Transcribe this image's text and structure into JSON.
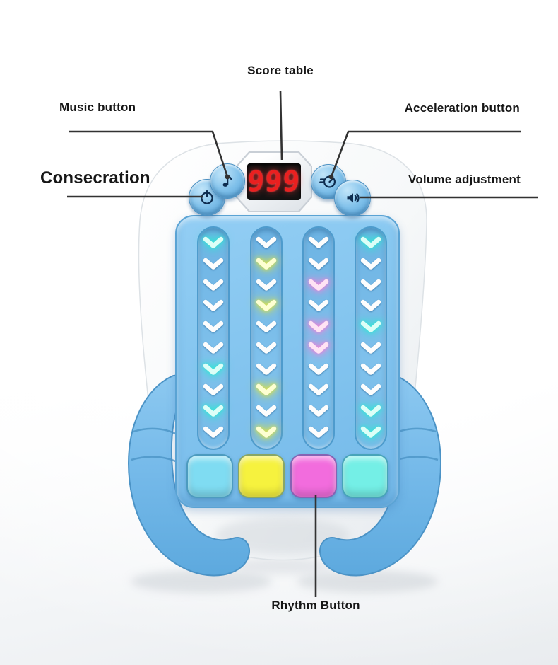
{
  "labels": {
    "score_table": "Score table",
    "music_button": "Music button",
    "acceleration_button": "Acceleration button",
    "consecration": "Consecration",
    "volume_adjustment": "Volume adjustment",
    "rhythm_button": "Rhythm Button"
  },
  "device": {
    "score_display": {
      "value": "999",
      "digit_color": "#ea2020",
      "screen_color": "#141414"
    },
    "top_buttons": [
      {
        "name": "consecration-button",
        "icon": "power-icon"
      },
      {
        "name": "music-button",
        "icon": "music-note-icon"
      },
      {
        "name": "acceleration-button",
        "icon": "speedometer-icon"
      },
      {
        "name": "volume-button",
        "icon": "speaker-icon"
      }
    ],
    "body_color": "#f4f6f7",
    "panel_color": "#84c5ef",
    "handle_color": "#74b9e9",
    "glow_colors": {
      "off": "#ffffff",
      "cyan": "#2ee8d4",
      "yellow": "#e3e63e",
      "pink": "#f582d8"
    },
    "tracks": [
      {
        "cells": [
          "cyan",
          "off",
          "off",
          "off",
          "off",
          "off",
          "cyan",
          "off",
          "cyan",
          "off"
        ]
      },
      {
        "cells": [
          "off",
          "yellow",
          "off",
          "yellow",
          "off",
          "off",
          "off",
          "yellow",
          "off",
          "yellow"
        ]
      },
      {
        "cells": [
          "off",
          "off",
          "pink",
          "off",
          "pink",
          "pink",
          "off",
          "off",
          "off",
          "off"
        ]
      },
      {
        "cells": [
          "cyan",
          "off",
          "off",
          "off",
          "cyan",
          "off",
          "off",
          "off",
          "cyan",
          "cyan"
        ]
      }
    ],
    "pads": [
      {
        "name": "rhythm-pad-1",
        "color": "#7fdcf2"
      },
      {
        "name": "rhythm-pad-2",
        "color": "#f6f23e"
      },
      {
        "name": "rhythm-pad-3",
        "color": "#f26cdd"
      },
      {
        "name": "rhythm-pad-4",
        "color": "#74efe6"
      }
    ]
  }
}
